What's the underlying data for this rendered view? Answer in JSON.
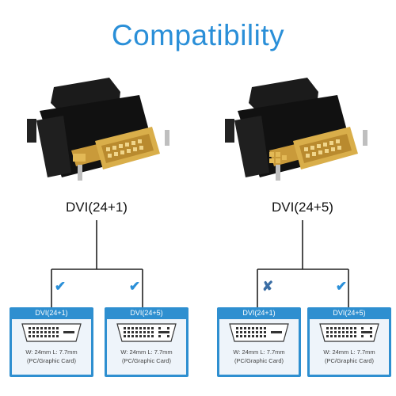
{
  "title": "Compatibility",
  "colors": {
    "accent": "#2a8fd8",
    "card": "#2e8fd0",
    "line": "#222222"
  },
  "adapters": [
    {
      "label": "DVI(24+1)"
    },
    {
      "label": "DVI(24+5)"
    }
  ],
  "cards": [
    {
      "header": "DVI(24+1)",
      "dims": "W: 24mm  L: 7.7mm",
      "sub": "(PC/Graphic Card)",
      "status": "check",
      "mark": "✔"
    },
    {
      "header": "DVI(24+5)",
      "dims": "W: 24mm  L: 7.7mm",
      "sub": "(PC/Graphic Card)",
      "status": "check",
      "mark": "✔"
    },
    {
      "header": "DVI(24+1)",
      "dims": "W: 24mm  L: 7.7mm",
      "sub": "(PC/Graphic Card)",
      "status": "cross",
      "mark": "✘"
    },
    {
      "header": "DVI(24+5)",
      "dims": "W: 24mm  L: 7.7mm",
      "sub": "(PC/Graphic Card)",
      "status": "check",
      "mark": "✔"
    }
  ]
}
